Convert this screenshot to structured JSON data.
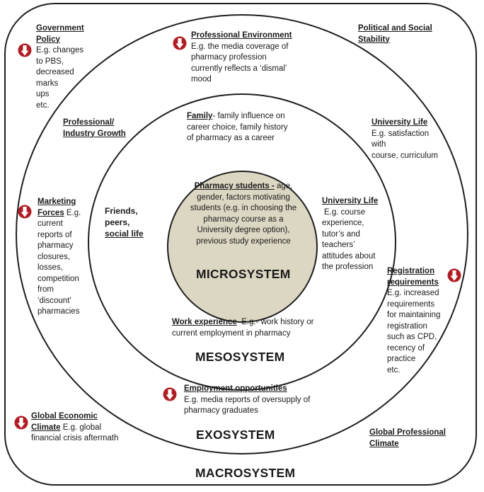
{
  "systems": {
    "micro": "MICROSYSTEM",
    "meso": "MESOSYSTEM",
    "exo": "EXOSYSTEM",
    "macro": "MACROSYSTEM"
  },
  "center": {
    "heading": "Pharmacy students -",
    "text_1": " age,",
    "text_2": "gender, factors motivating",
    "text_3": "students (e.g. in choosing the",
    "text_4": "pharmacy course as a",
    "text_5": "University degree option),",
    "text_6": "previous study experience"
  },
  "meso": {
    "friends": [
      "Friends,",
      "peers,",
      "social life"
    ],
    "family_heading": "Family",
    "family_1": "- family influence on",
    "family_2": "career choice, family history",
    "family_3": "of pharmacy as a career",
    "uni_heading": "University Life",
    "uni_lines": [
      "E.g. course",
      "experience,",
      "tutor’s and",
      "teachers’",
      "attitudes about",
      "the profession"
    ],
    "work_heading": "Work experience",
    "work_1": "  E.g.- work history or",
    "work_2": "current employment in pharmacy"
  },
  "exo": {
    "prof_env_heading": "Professional Environment",
    "prof_env_lines": [
      "E.g. the media coverage of",
      "pharmacy profession",
      "currently reflects a ‘dismal’",
      "mood"
    ],
    "prof_growth": [
      "Professional/",
      "Industry Growth"
    ],
    "uni_heading": "University Life",
    "uni_lines": [
      "E.g. satisfaction",
      "with",
      "course, curriculum"
    ],
    "marketing_heading_1": "Marketing",
    "marketing_heading_2": "Forces",
    "marketing_eg": " E.g.",
    "marketing_lines": [
      "current",
      "reports of",
      "pharmacy",
      "closures,",
      "losses,",
      "competition",
      "from",
      "‘discount’",
      "pharmacies"
    ],
    "registration_heading": [
      "Registration",
      "requirements"
    ],
    "registration_lines": [
      "E.g. increased",
      "requirements",
      "for maintaining",
      "registration",
      "such as CPD,",
      "recency of",
      "practice",
      "etc."
    ],
    "employment_heading": "Employment opportunities",
    "employment_lines": [
      "E.g. media reports of oversupply of",
      "pharmacy graduates"
    ]
  },
  "macro": {
    "gov_heading": [
      "Government",
      "Policy"
    ],
    "gov_lines": [
      "E.g. changes",
      "to PBS,",
      "decreased",
      "marks",
      "ups",
      "etc."
    ],
    "political": [
      "Political and Social",
      "Stability"
    ],
    "global_econ_heading_1": "Global Economic",
    "global_econ_heading_2": "Climate",
    "global_econ_eg": " E.g. global",
    "global_econ_line": "financial crisis aftermath",
    "global_prof": [
      "Global Professional",
      "Climate"
    ]
  },
  "colors": {
    "arrow": "#b01c22",
    "micro_fill": "#dcd7c3",
    "stroke": "#1e1e1e"
  },
  "icons": [
    "down-arrow-icon"
  ]
}
